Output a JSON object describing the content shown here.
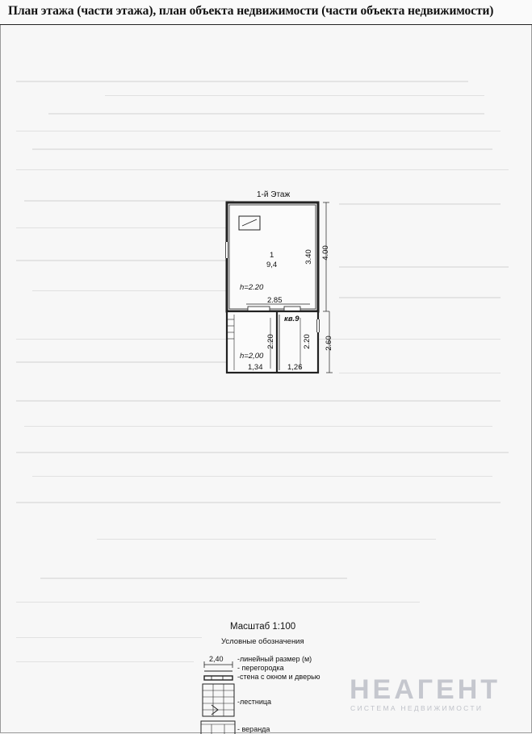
{
  "header": {
    "title": "План этажа (части этажа), план объекта недвижимости (части объекта недвижимости)"
  },
  "plan": {
    "floor_label": "1-й Этаж",
    "room_number": "1",
    "room_area": "9,4",
    "height_main": "h=2.20",
    "dim_width": "2.85",
    "dim_inner_height": "3.40",
    "dim_outer_height": "4.00",
    "apartment_label": "кв.9",
    "dim_lower_left": "2.20",
    "dim_lower_mid": "2.20",
    "dim_lower_right": "2.60",
    "height_lower": "h=2,00",
    "area_left": "1,34",
    "area_right": "1,26"
  },
  "legend": {
    "scale": "Масштаб 1:100",
    "title": "Условные обозначения",
    "sample_dimension": "2,40",
    "items": [
      "-линейный размер (м)",
      "- перегородка",
      "-стена с окном и дверью",
      "-лестница",
      "- веранда"
    ]
  },
  "watermark": {
    "brand": "НЕАГЕНТ",
    "tagline": "СИСТЕМА НЕДВИЖИМОСТИ"
  }
}
